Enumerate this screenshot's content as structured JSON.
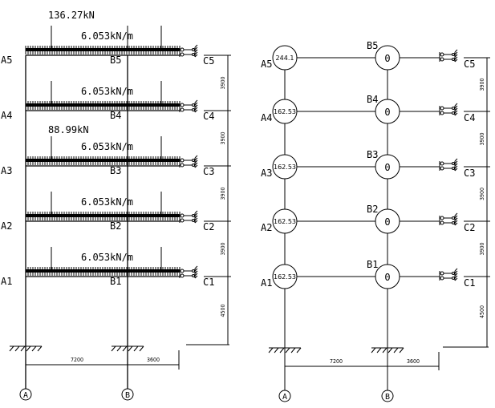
{
  "left_frame": {
    "top_point_load": "136.27kN",
    "floor_point_load": "88.99kN",
    "distributed_load": "6.053kN/m",
    "floors": [
      {
        "a": "A5",
        "b": "B5",
        "c": "C5"
      },
      {
        "a": "A4",
        "b": "B4",
        "c": "C4"
      },
      {
        "a": "A3",
        "b": "B3",
        "c": "C3"
      },
      {
        "a": "A2",
        "b": "B2",
        "c": "C2"
      },
      {
        "a": "A1",
        "b": "B1",
        "c": "C1"
      }
    ],
    "story_heights": [
      "3900",
      "3900",
      "3900",
      "3900",
      "4500"
    ],
    "spans": [
      "7200",
      "3600"
    ],
    "axes": [
      "A",
      "B"
    ]
  },
  "right_frame": {
    "floors": [
      {
        "a": "A5",
        "b": "B5",
        "c": "C5",
        "a_value": "244.1",
        "b_value": "0"
      },
      {
        "a": "A4",
        "b": "B4",
        "c": "C4",
        "a_value": "162.53",
        "b_value": "0"
      },
      {
        "a": "A3",
        "b": "B3",
        "c": "C3",
        "a_value": "162.53",
        "b_value": "0"
      },
      {
        "a": "A2",
        "b": "B2",
        "c": "C2",
        "a_value": "162.53",
        "b_value": "0"
      },
      {
        "a": "A1",
        "b": "B1",
        "c": "C1",
        "a_value": "162.53",
        "b_value": "0"
      }
    ],
    "story_heights": [
      "3900",
      "3900",
      "3900",
      "3900",
      "4500"
    ],
    "spans": [
      "7200",
      "3600"
    ],
    "axes": [
      "A",
      "B"
    ]
  }
}
